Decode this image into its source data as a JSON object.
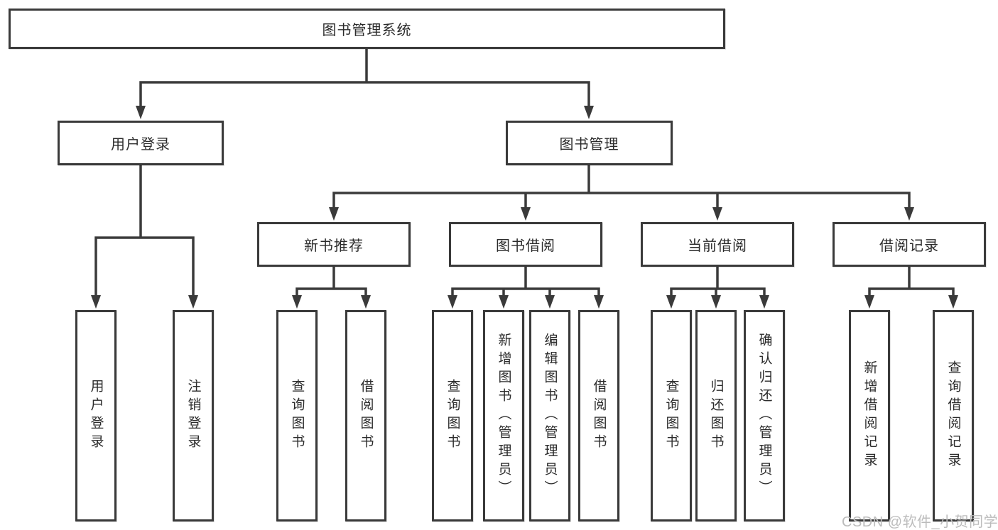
{
  "tree": {
    "root": {
      "label": "图书管理系统"
    },
    "branches": [
      {
        "label": "用户登录",
        "children": [
          "用户登录",
          "注销登录"
        ]
      },
      {
        "label": "图书管理",
        "groups": [
          {
            "label": "新书推荐",
            "children": [
              "查询图书",
              "借阅图书"
            ]
          },
          {
            "label": "图书借阅",
            "children": [
              "查询图书",
              "新增图书（管理员）",
              "编辑图书（管理员）",
              "借阅图书"
            ]
          },
          {
            "label": "当前借阅",
            "children": [
              "查询图书",
              "归还图书",
              "确认归还（管理员）"
            ]
          },
          {
            "label": "借阅记录",
            "children": [
              "新增借阅记录",
              "查询借阅记录"
            ]
          }
        ]
      }
    ]
  },
  "watermark": {
    "text": "CSDN @软件_小贺同学"
  },
  "colors": {
    "line": "#3a3a3a",
    "box_border": "#3a3a3a",
    "text": "#2b2b2b",
    "watermark": "#bcbcbc",
    "background": "#ffffff"
  }
}
